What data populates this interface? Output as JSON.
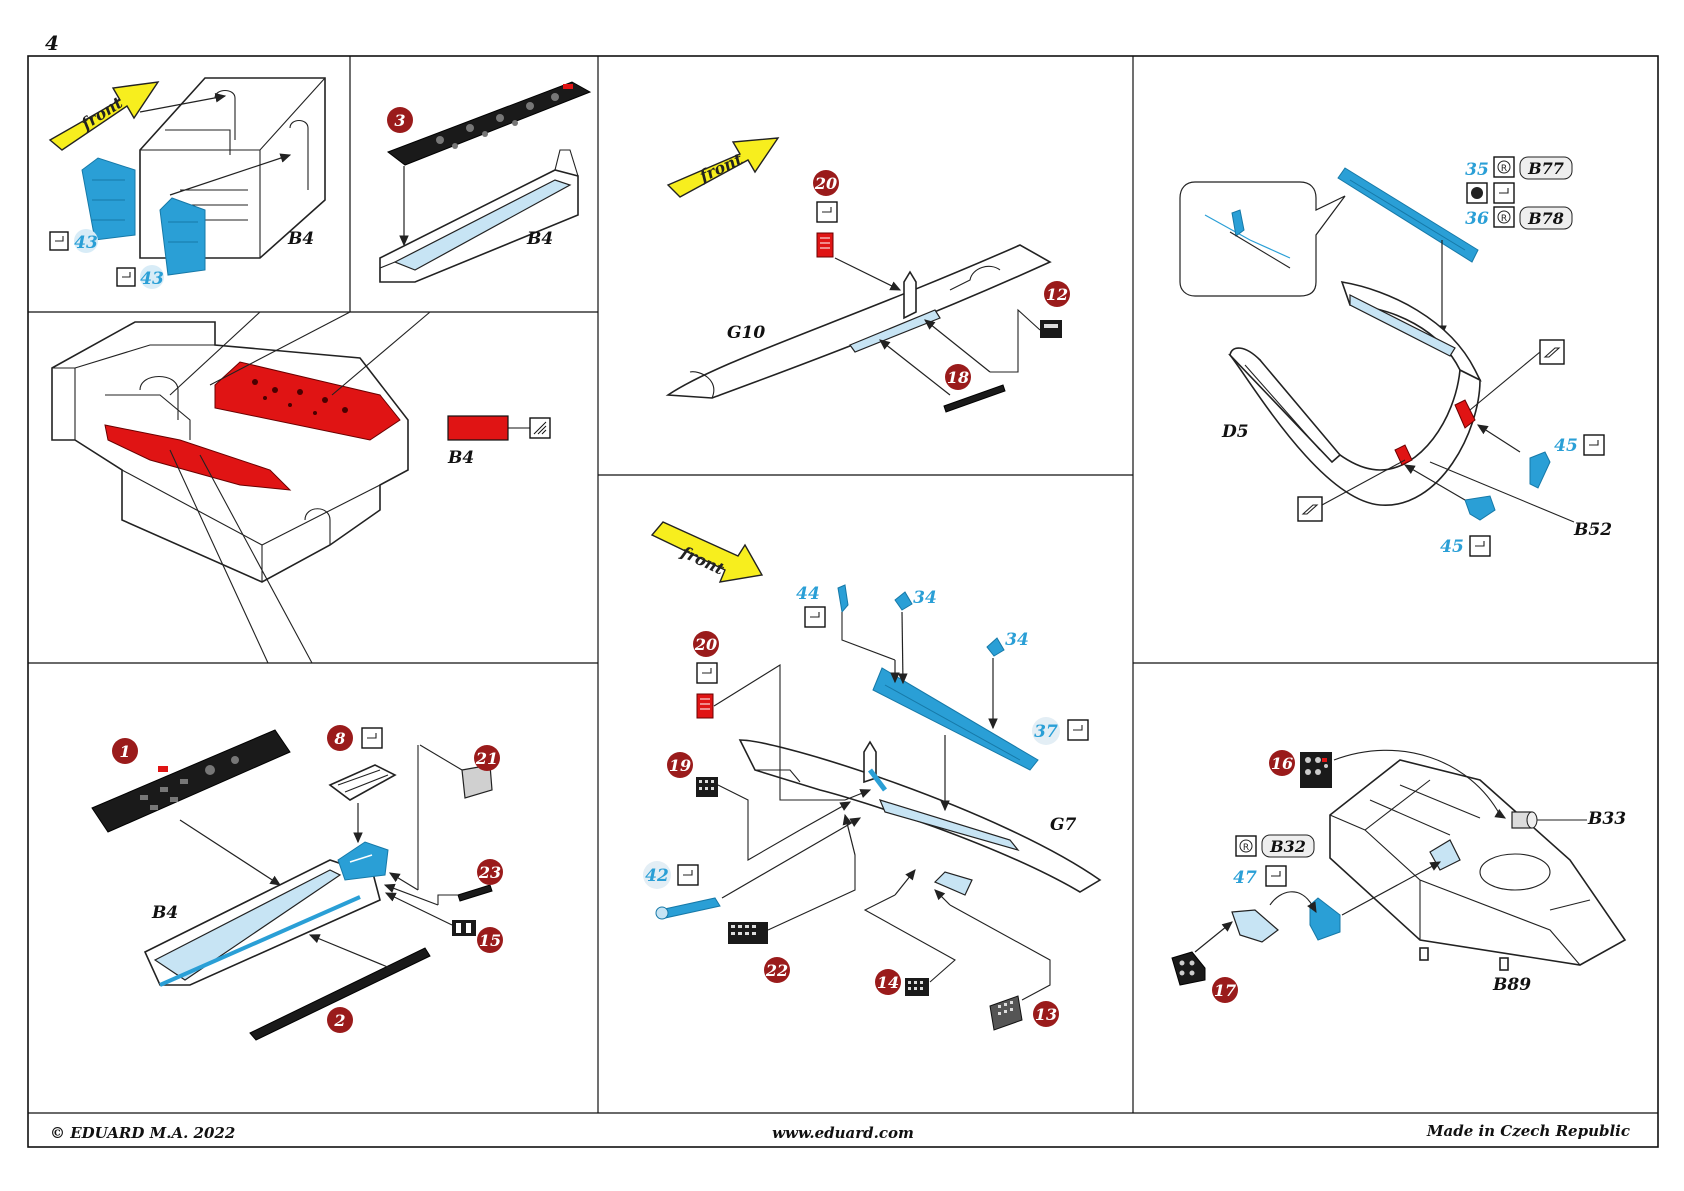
{
  "page_number": "4",
  "footer": {
    "copyright": "© EDUARD  M.A. 2022",
    "website": "www.eduard.com",
    "origin": "Made in Czech Republic"
  },
  "arrow_text": "front",
  "colors": {
    "photo_etch_blue": "#2a9fd6",
    "paint_red": "#e01414",
    "badge_dark_red": "#9a1b1b",
    "front_arrow_yellow": "#f7ee1e",
    "plastic_light_blue": "#c7e4f4"
  },
  "panels": {
    "p1": {
      "parts": [
        "43",
        "43"
      ],
      "labels": [
        "B4"
      ]
    },
    "p2": {
      "parts": [
        "3"
      ],
      "labels": [
        "B4"
      ]
    },
    "p3": {
      "labels": [
        "B4"
      ],
      "color_legend": "B4"
    },
    "p4": {
      "parts": [
        "1",
        "8",
        "21",
        "23",
        "15",
        "2"
      ],
      "labels": [
        "B4"
      ]
    },
    "p5": {
      "parts": [
        "20",
        "12",
        "18"
      ],
      "labels": [
        "G10"
      ]
    },
    "p6": {
      "parts": [
        "44",
        "34",
        "34",
        "20",
        "37",
        "19",
        "42",
        "22",
        "14",
        "13"
      ],
      "labels": [
        "G7"
      ]
    },
    "p7": {
      "parts": [
        "35",
        "36",
        "45",
        "45"
      ],
      "codes": [
        "B77",
        "B78"
      ],
      "labels": [
        "D5",
        "B52"
      ]
    },
    "p8": {
      "parts": [
        "16",
        "47",
        "17"
      ],
      "codes": [
        "B32"
      ],
      "labels": [
        "B33",
        "B89"
      ]
    }
  }
}
